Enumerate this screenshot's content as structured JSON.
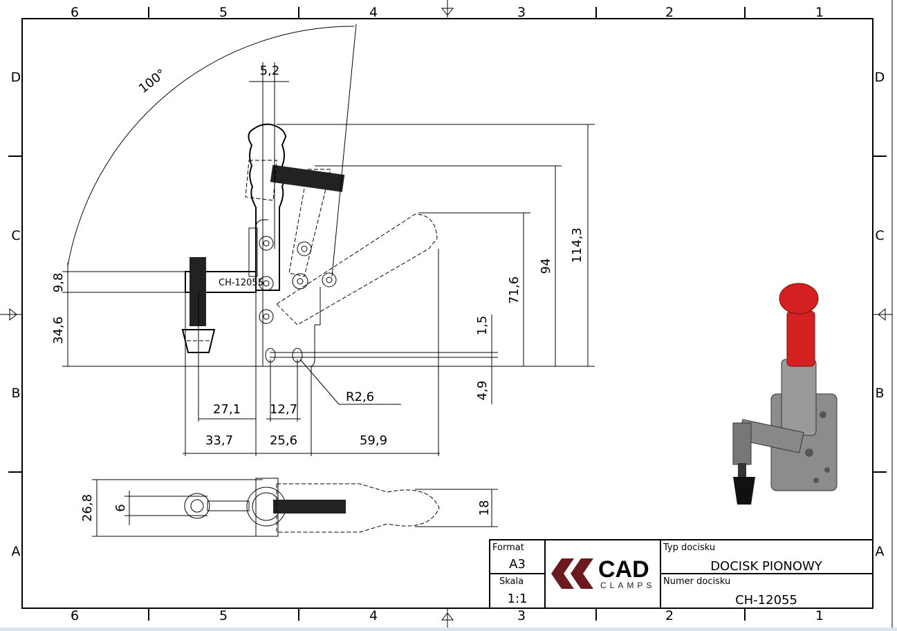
{
  "zones": {
    "columns": [
      "6",
      "5",
      "4",
      "3",
      "2",
      "1"
    ],
    "rows": [
      "D",
      "C",
      "B",
      "A"
    ]
  },
  "dimensions": {
    "angle": "100°",
    "d_5_2": "5,2",
    "d_114_3": "114,3",
    "d_94": "94",
    "d_71_6": "71,6",
    "d_9_8": "9,8",
    "d_34_6": "34,6",
    "d_1_5": "1,5",
    "d_4_9": "4,9",
    "d_r2_6": "R2,6",
    "d_27_1": "27,1",
    "d_12_7": "12,7",
    "d_33_7": "33,7",
    "d_25_6": "25,6",
    "d_59_9": "59,9",
    "d_26_8": "26,8",
    "d_6": "6",
    "d_18": "18"
  },
  "part_label": "CH-12055",
  "title_block": {
    "format_label": "Format",
    "format_value": "A3",
    "scale_label": "Skala",
    "scale_value": "1:1",
    "logo_main": "CAD",
    "logo_sub": "CLAMPS",
    "type_label": "Typ docisku",
    "type_value": "DOCISK PIONOWY",
    "number_label": "Numer docisku",
    "number_value": "CH-12055"
  },
  "colors": {
    "logo": "#6b1a1f",
    "handle": "#d42020",
    "body": "#8c8c8c"
  }
}
